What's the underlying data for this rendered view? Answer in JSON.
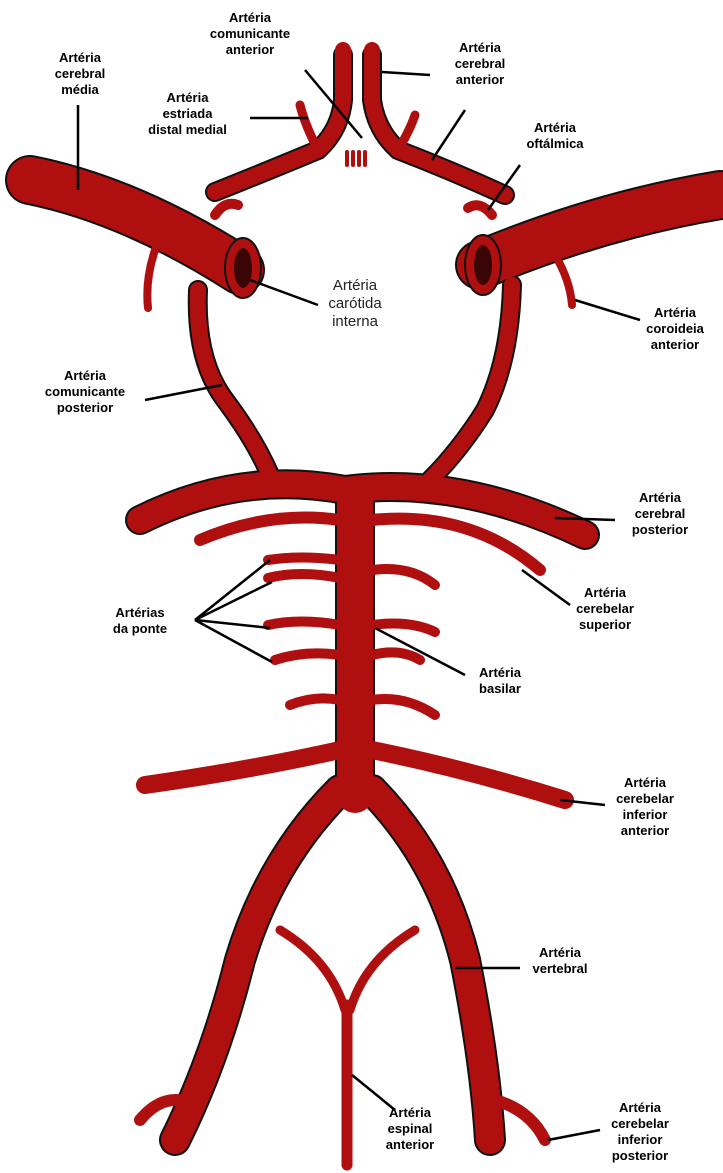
{
  "labels": {
    "comunicante_anterior": "Artéria\ncomunicante\nanterior",
    "cerebral_anterior": "Artéria\ncerebral\nanterior",
    "cerebral_media": "Artéria\ncerebral\nmédia",
    "estriadas": "Artéria\nestriada\ndistal medial",
    "oftalmica": "Artéria\noftálmica",
    "carotida_interna": "Artéria\ncarótida\ninterna",
    "coroideia_anterior": "Artéria\ncoroideia\nanterior",
    "comunicante_posterior": "Artéria\ncomunicante\nposterior",
    "cerebral_posterior": "Artéria\ncerebral\nposterior",
    "cerebelar_superior": "Artéria\ncerebelar\nsuperior",
    "pontinas": "Artérias\nda ponte",
    "basilar": "Artéria\nbasilar",
    "cerebelar_inferior_anterior": "Artéria\ncerebelar\ninferior\nanterior",
    "vertebral": "Artéria\nvertebral",
    "espinal_anterior": "Artéria\nespinal\nanterior",
    "cerebelar_inferior_posterior": "Artéria\ncerebelar\ninferior\nposterior"
  },
  "colors": {
    "vessel": "#b00f0f",
    "outline": "#111111",
    "lumen": "#3a0505",
    "background": "#ffffff"
  }
}
